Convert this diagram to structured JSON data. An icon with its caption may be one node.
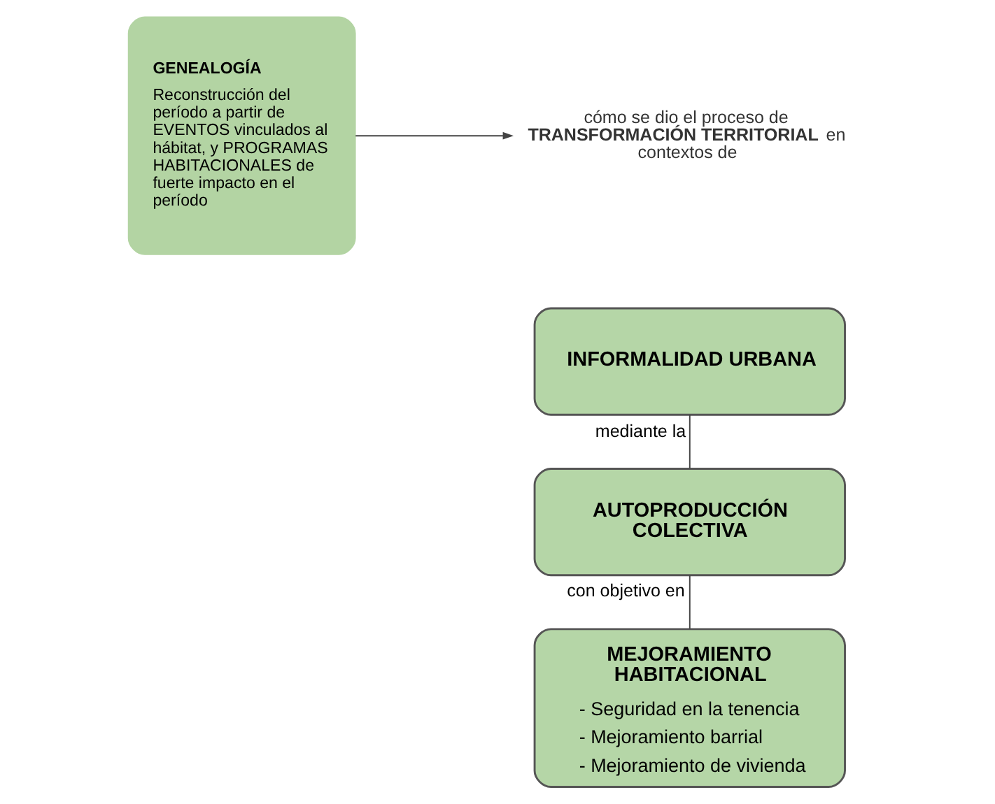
{
  "diagram": {
    "nodes": [
      {
        "text": [
          "GENEALOGÍA",
          "Reconstrucción del período a partir de EVENTOS vinculados al hábitat, y PROGRAMAS HABITACIONALES de fuerte impacto en el período"
        ]
      },
      {
        "text": [
          "cómo se dio el proceso de **TRANSFORMACIÓN TERRITORIAL** en contextos de"
        ]
      },
      {
        "text": [
          "INFORMALIDAD URBANA"
        ]
      },
      {
        "text": [
          "AUTOPRODUCCIÓN COLECTIVA"
        ]
      },
      {
        "text": [
          "MEJORAMIENTO HABITACIONAL",
          "- Seguridad en la tenencia",
          "- Mejoramiento barrial",
          "- Mejoramiento de vivienda"
        ]
      }
    ],
    "edges": [
      {
        "from": 0,
        "to": 1,
        "arrow": "to"
      },
      {
        "from": 2,
        "to": 3,
        "arrow": "none",
        "label": "mediante la"
      },
      {
        "from": 3,
        "to": 4,
        "arrow": "none",
        "label": "con objetivo en"
      }
    ]
  }
}
